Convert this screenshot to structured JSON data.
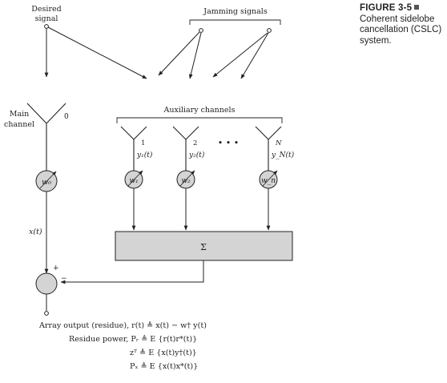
{
  "figure": {
    "number": "FIGURE 3-5",
    "title": "Coherent sidelobe cancellation (CSLC) system."
  },
  "labels": {
    "desired_signal": [
      "Desired",
      "signal"
    ],
    "jamming_signals": "Jamming signals",
    "main_channel": [
      "Main",
      "channel"
    ],
    "main_index": "0",
    "auxiliary_channels": "Auxiliary channels",
    "ellipsis": "• • •",
    "summer": "Σ",
    "x_t": "x(t)",
    "plus": "+",
    "minus": "−"
  },
  "auxiliary": [
    {
      "index": "1",
      "signal": "y₁(t)",
      "weight": "w₁"
    },
    {
      "index": "2",
      "signal": "y₂(t)",
      "weight": "w₂"
    },
    {
      "index": "N",
      "signal": "y_N(t)",
      "weight": "w_n"
    }
  ],
  "main_weight": "w₀",
  "equations": {
    "array_output": "Array output (residue), r(t) ≜ x(t) − w† y(t)",
    "residue_power": "Residue power, Pᵣ ≜ E {r(t)r*(t)}",
    "cross_correlation": "zᵀ ≜ E {x(t)y†(t)}",
    "main_power": "Pₓ ≜ E {x(t)x*(t)}"
  }
}
